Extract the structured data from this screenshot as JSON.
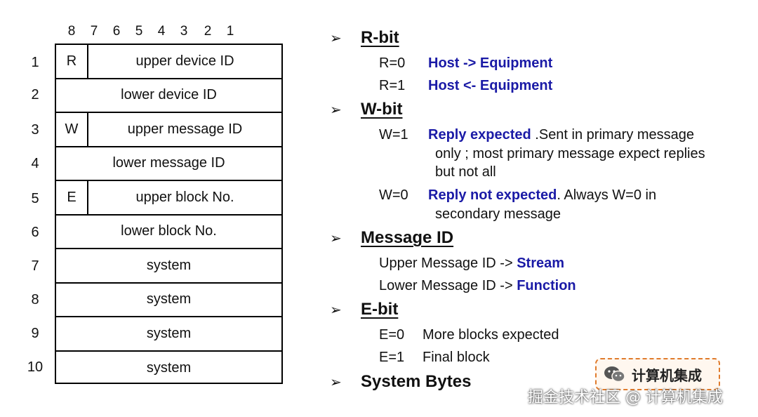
{
  "bit_numbers": [
    "8",
    "7",
    "6",
    "5",
    "4",
    "3",
    "2",
    "1"
  ],
  "rows": [
    {
      "num": "1",
      "flag": "R",
      "field": "upper device ID"
    },
    {
      "num": "2",
      "flag": "",
      "field": "lower device ID"
    },
    {
      "num": "3",
      "flag": "W",
      "field": "upper message ID"
    },
    {
      "num": "4",
      "flag": "",
      "field": "lower message ID"
    },
    {
      "num": "5",
      "flag": "E",
      "field": "upper block No."
    },
    {
      "num": "6",
      "flag": "",
      "field": "lower block No."
    },
    {
      "num": "7",
      "flag": "",
      "field": "system"
    },
    {
      "num": "8",
      "flag": "",
      "field": "system"
    },
    {
      "num": "9",
      "flag": "",
      "field": "system"
    },
    {
      "num": "10",
      "flag": "",
      "field": "system"
    }
  ],
  "sections": {
    "rbit": {
      "title": "R-bit",
      "r0_key": "R=0",
      "r0_val": "Host -> Equipment",
      "r1_key": "R=1",
      "r1_val": "Host <- Equipment"
    },
    "wbit": {
      "title": "W-bit",
      "w1_key": "W=1",
      "w1_blue": "Reply expected",
      "w1_rest": " .Sent in primary message",
      "w1_line2": "only ; most primary message expect replies",
      "w1_line3": "but not all",
      "w0_key": "W=0",
      "w0_blue": "Reply not expected",
      "w0_rest": ". Always W=0 in",
      "w0_line2": "secondary message"
    },
    "msgid": {
      "title": "Message ID",
      "upper_text": "Upper Message ID -> ",
      "upper_blue": "Stream",
      "lower_text": "Lower Message ID -> ",
      "lower_blue": "Function"
    },
    "ebit": {
      "title": "E-bit",
      "e0_key": "E=0",
      "e0_val": "More blocks expected",
      "e1_key": "E=1",
      "e1_val": "Final block"
    },
    "sysbytes": {
      "title": "System Bytes"
    }
  },
  "bullet_glyph": "➢",
  "stamp": {
    "text": "计算机集成",
    "icon": "wechat-icon",
    "border_color": "#e07b2c"
  },
  "watermark": "掘金技术社区 @ 计算机集成",
  "colors": {
    "accent_blue": "#1a1aa6"
  }
}
